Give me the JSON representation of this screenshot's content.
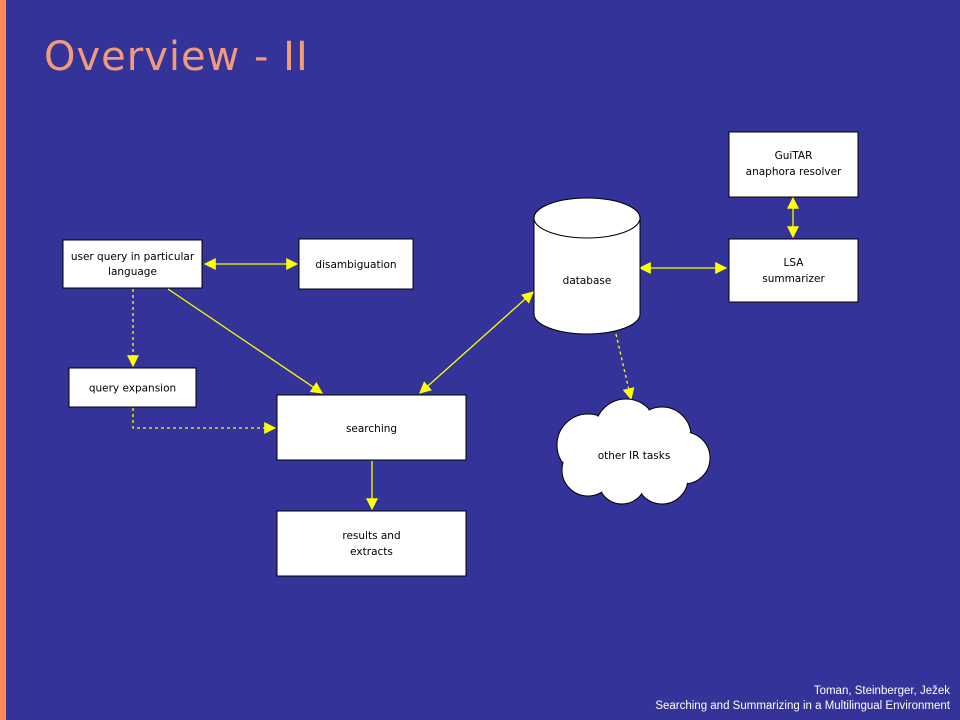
{
  "slide": {
    "title": "Overview - II"
  },
  "diagram": {
    "nodes": {
      "user_query": [
        "user query in particular",
        "language"
      ],
      "disambiguation": [
        "disambiguation"
      ],
      "query_expansion": [
        "query expansion"
      ],
      "searching": [
        "searching"
      ],
      "results": [
        "results and",
        "extracts"
      ],
      "database": [
        "database"
      ],
      "other_ir": [
        "other IR tasks"
      ],
      "guitar": [
        "GuiTAR",
        "anaphora resolver"
      ],
      "lsa": [
        "LSA",
        "summarizer"
      ]
    }
  },
  "footer": {
    "authors": "Toman,  Steinberger, Ježek",
    "title": "Searching and Summarizing in a Multilingual Environment"
  },
  "colors": {
    "background": "#333399",
    "accent_bar": "#ff8b55",
    "title": "#f29b78",
    "connector": "#ffff00",
    "box_fill": "#ffffff"
  }
}
